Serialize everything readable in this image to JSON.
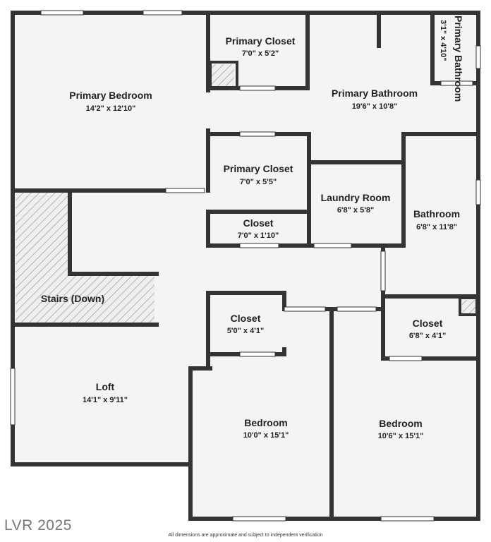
{
  "colors": {
    "wall": "#333333",
    "floor": "#f4f4f4",
    "window": "#ffffff",
    "hatch": "#999999"
  },
  "rooms": [
    {
      "name": "Primary Bedroom",
      "dims": "14'2\" x 12'10\""
    },
    {
      "name": "Primary Closet",
      "dims": "7'0\" x 5'2\""
    },
    {
      "name": "Primary Bathroom",
      "dims": "19'6\" x 10'8\""
    },
    {
      "name": "Primary Bathroom",
      "dims": "3'1\" x 4'10\""
    },
    {
      "name": "Primary Closet",
      "dims": "7'0\" x 5'5\""
    },
    {
      "name": "Laundry Room",
      "dims": "6'8\" x 5'8\""
    },
    {
      "name": "Bathroom",
      "dims": "6'8\" x 11'8\""
    },
    {
      "name": "Closet",
      "dims": "7'0\" x 1'10\""
    },
    {
      "name": "Stairs (Down)",
      "dims": ""
    },
    {
      "name": "Closet",
      "dims": "5'0\" x 4'1\""
    },
    {
      "name": "Closet",
      "dims": "6'8\" x 4'1\""
    },
    {
      "name": "Loft",
      "dims": "14'1\" x 9'11\""
    },
    {
      "name": "Bedroom",
      "dims": "10'0\" x 15'1\""
    },
    {
      "name": "Bedroom",
      "dims": "10'6\" x 15'1\""
    }
  ],
  "watermark": "LVR 2025",
  "disclaimer": "All dimensions are approximate and subject to independent verification"
}
